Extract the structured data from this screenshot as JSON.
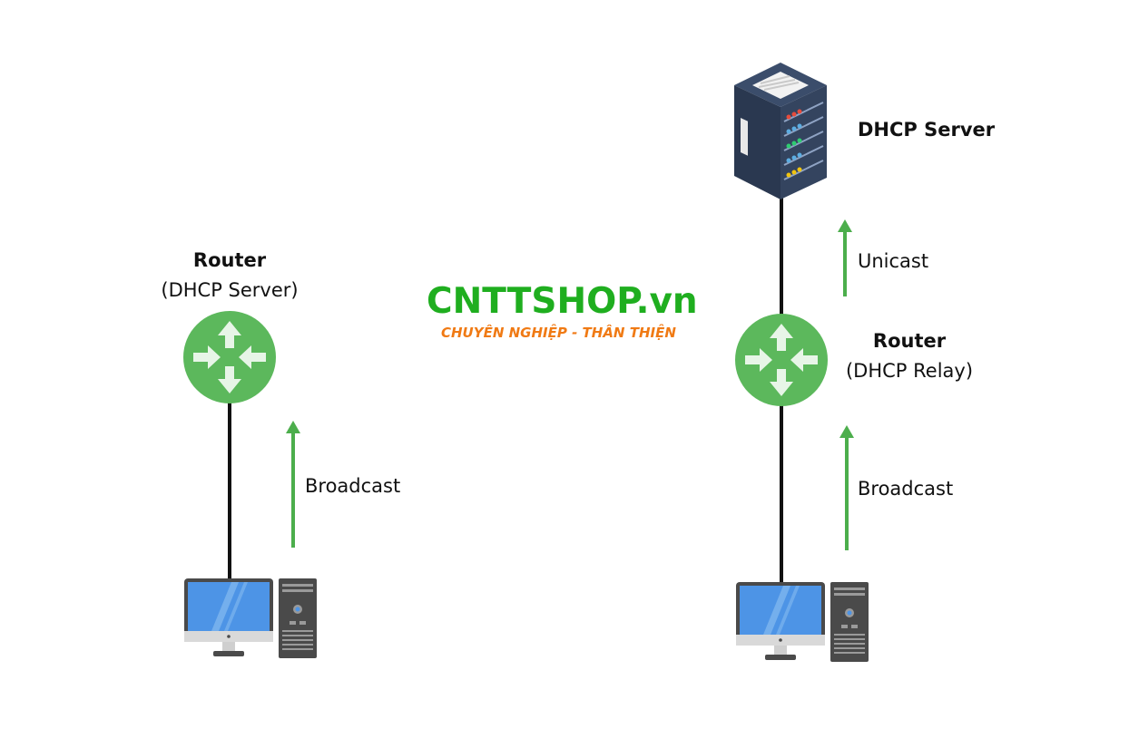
{
  "left": {
    "router_title": "Router",
    "router_subtitle": "(DHCP Server)",
    "arrow_label": "Broadcast"
  },
  "right": {
    "server_title": "DHCP Server",
    "upper_arrow_label": "Unicast",
    "router_title": "Router",
    "router_subtitle": "(DHCP Relay)",
    "lower_arrow_label": "Broadcast"
  },
  "logo": {
    "text": "CNTTSHOP.vn",
    "tagline": "CHUYÊN NGHIỆP  -  THÂN THIỆN"
  },
  "colors": {
    "router_green": "#5cb85c",
    "arrow_green": "#4cae4c",
    "server_navy": "#2f3e57",
    "screen_blue": "#4d94e6",
    "logo_green": "#1fae1f",
    "logo_orange": "#f07a14"
  }
}
